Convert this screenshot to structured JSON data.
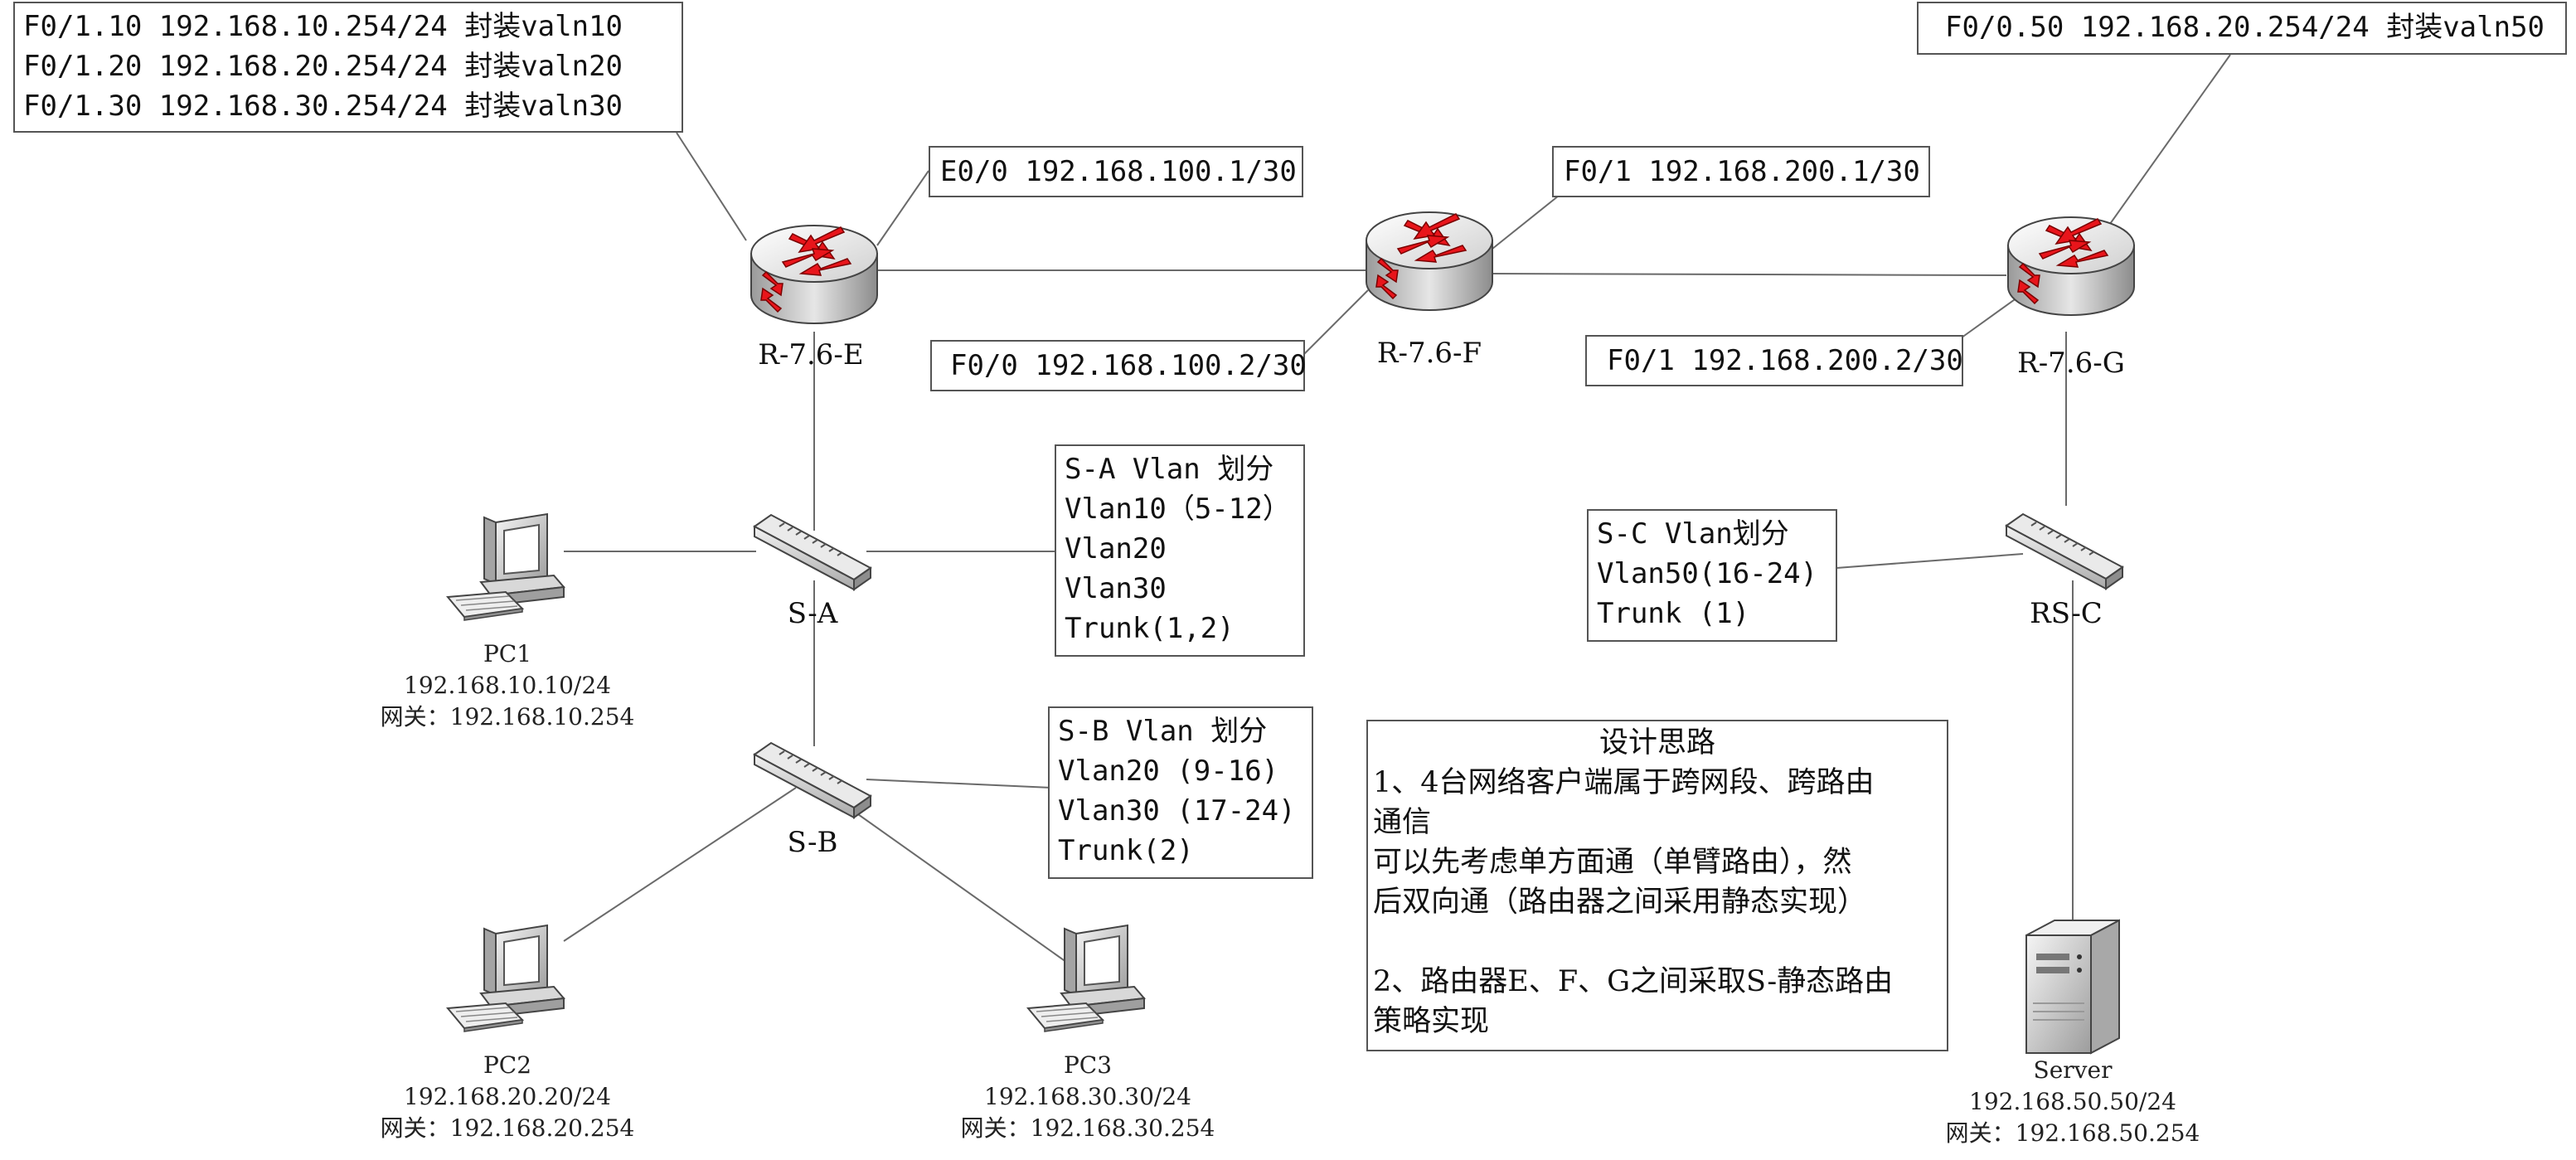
{
  "routers": [
    {
      "id": "E",
      "label": "R-7.6-E"
    },
    {
      "id": "F",
      "label": "R-7.6-F"
    },
    {
      "id": "G",
      "label": "R-7.6-G"
    }
  ],
  "switches": [
    {
      "id": "SA",
      "label": "S-A"
    },
    {
      "id": "SB",
      "label": "S-B"
    },
    {
      "id": "RSC",
      "label": "RS-C"
    }
  ],
  "hosts": [
    {
      "id": "PC1",
      "name": "PC1",
      "ip": "192.168.10.10/24",
      "gateway": "网关：192.168.10.254"
    },
    {
      "id": "PC2",
      "name": "PC2",
      "ip": "192.168.20.20/24",
      "gateway": "网关：192.168.20.254"
    },
    {
      "id": "PC3",
      "name": "PC3",
      "ip": "192.168.30.30/24",
      "gateway": "网关：192.168.30.254"
    },
    {
      "id": "Server",
      "name": "Server",
      "ip": "192.168.50.50/24",
      "gateway": "网关：192.168.50.254"
    }
  ],
  "annotations": {
    "r_e_subifs": [
      "F0/1.10 192.168.10.254/24 封装valn10",
      "F0/1.20 192.168.20.254/24 封装valn20",
      "F0/1.30 192.168.30.254/24 封装valn30"
    ],
    "r_e_e00": "E0/0 192.168.100.1/30",
    "r_f_f00": "F0/0 192.168.100.2/30",
    "r_f_f01": "F0/1 192.168.200.1/30",
    "r_g_f01": "F0/1 192.168.200.2/30",
    "r_g_subif": "F0/0.50 192.168.20.254/24 封装valn50",
    "sa_vlan": [
      "S-A Vlan 划分",
      "Vlan10（5-12）",
      "Vlan20",
      "Vlan30",
      "Trunk(1,2)"
    ],
    "sb_vlan": [
      "S-B Vlan 划分",
      "Vlan20 (9-16)",
      "Vlan30 (17-24)",
      "Trunk(2)"
    ],
    "sc_vlan": [
      "S-C Vlan划分",
      "Vlan50(16-24)",
      "Trunk (1)"
    ]
  },
  "design_notes": {
    "title": "设计思路",
    "lines": [
      "1、4台网络客户端属于跨网段、跨路由",
      "通信",
      "可以先考虑单方面通（单臂路由），然",
      "后双向通（路由器之间采用静态实现）",
      "",
      "2、路由器E、F、G之间采取S-静态路由",
      "策略实现"
    ]
  },
  "colors": {
    "router_arrow": "#e8151b",
    "device_gray": "#c9c9c9",
    "line": "#6a6a6a"
  }
}
